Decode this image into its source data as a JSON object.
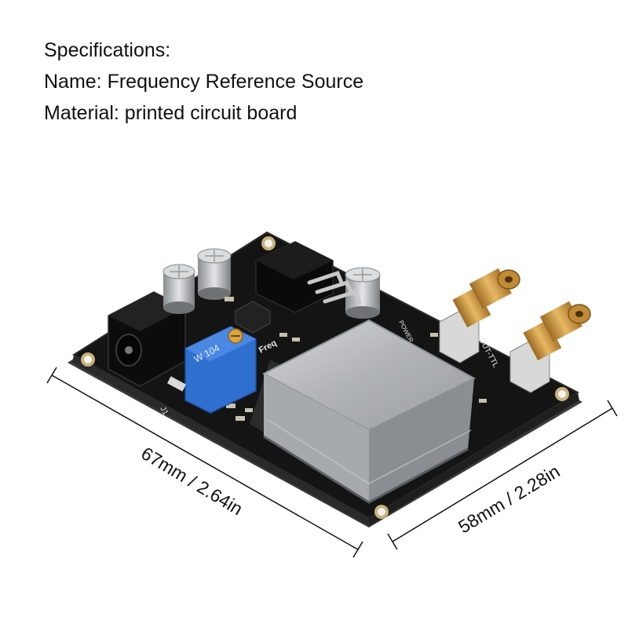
{
  "specs": {
    "heading": "Specifications:",
    "name_line": "Name: Frequency Reference Source",
    "material_line": "Material: printed circuit board"
  },
  "dimensions": {
    "length": "67mm / 2.64in",
    "width": "58mm / 2.28in"
  },
  "board_markings": {
    "potentiometer": "W 104",
    "frequency_label": "Freq",
    "output_label": "OUT-TTL",
    "led_label": "POWER",
    "jumper_label": "J1"
  },
  "colors": {
    "pcb": "#141414",
    "can": "#b9bcbf",
    "connector": "#c8923a",
    "potentiometer": "#2f6fd0"
  }
}
